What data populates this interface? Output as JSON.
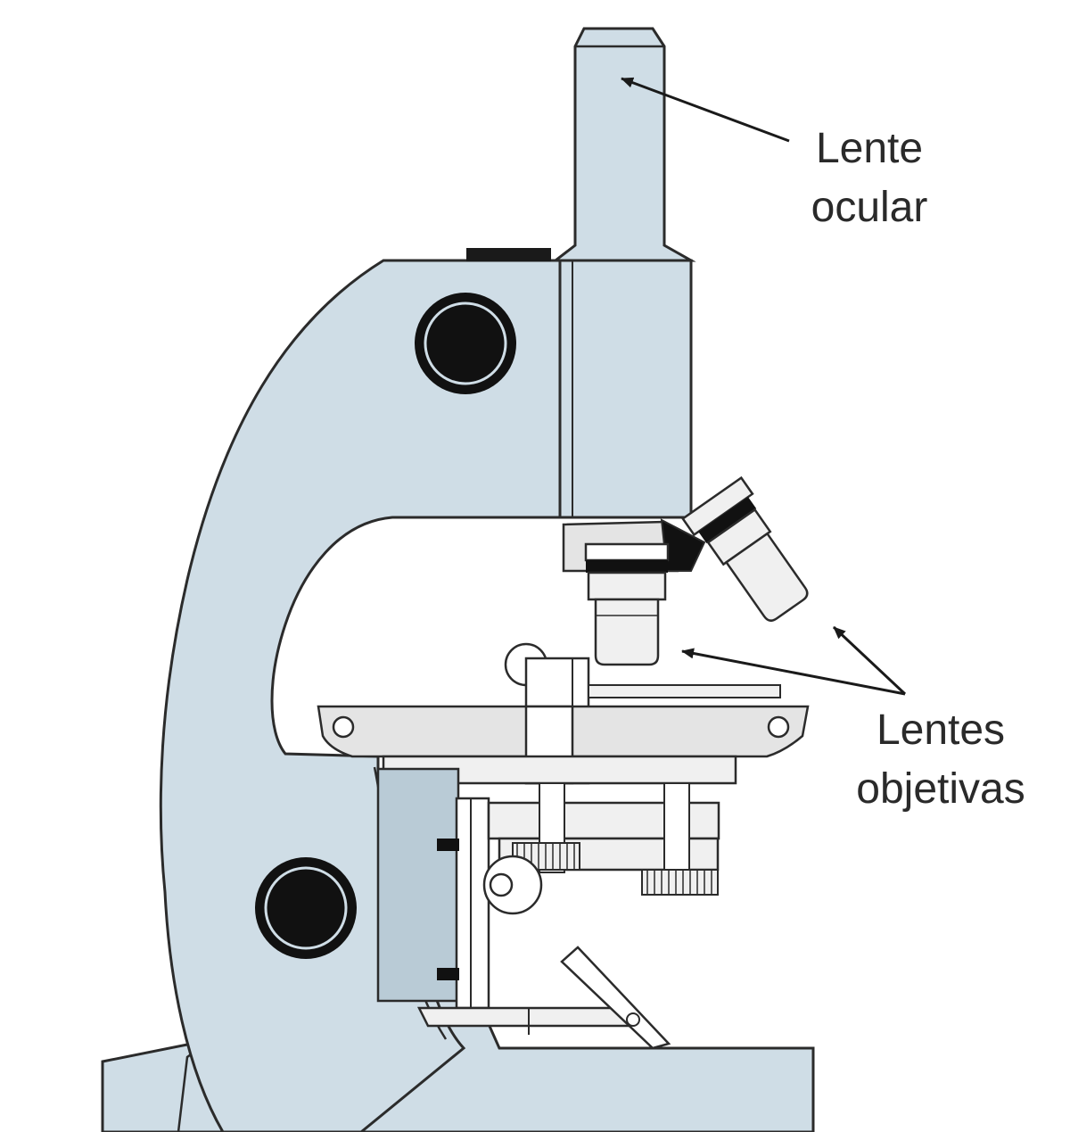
{
  "labels": {
    "ocular": {
      "line1": "Lente",
      "line2": "ocular"
    },
    "objetivas": {
      "line1": "Lentes",
      "line2": "objetivas"
    }
  },
  "colors": {
    "body": "#cfdde6",
    "body_dark": "#b9cbd6",
    "outline": "#2b2b2b",
    "knob": "#111111",
    "metal": "#e4e4e4",
    "metal_light": "#f0f0f0",
    "band": "#111111"
  }
}
